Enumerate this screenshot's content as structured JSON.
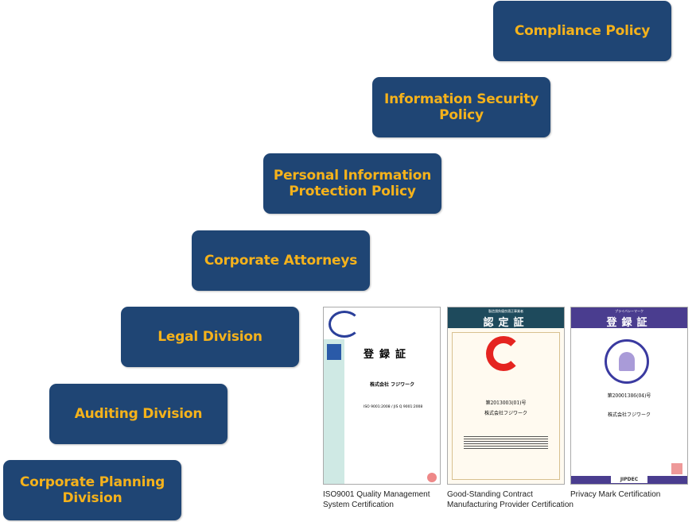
{
  "policies": [
    {
      "label": "Compliance Policy"
    },
    {
      "label": "Information Security Policy"
    },
    {
      "label": "Personal Information Protection Policy",
      "lines": [
        "Personal Information",
        "Protection Policy"
      ]
    },
    {
      "label": "Corporate Attorneys"
    },
    {
      "label": "Legal Division"
    },
    {
      "label": "Auditing Division"
    },
    {
      "label": "Corporate Planning Division",
      "lines": [
        "Corporate Planning",
        "Division"
      ]
    }
  ],
  "certifications": [
    {
      "caption_lines": [
        "ISO9001 Quality Management",
        "System Certification"
      ],
      "title": "登録証",
      "company": "株式会社 フジワーク",
      "standard": "ISO 9001:2008 / JIS Q 9001:2008"
    },
    {
      "caption_lines": [
        "Good-Standing Contract",
        "Manufacturing Provider Certification"
      ],
      "header": "製造請負優良適正事業者",
      "title": "認定証",
      "number": "第2013003(01)号",
      "company": "株式会社フジワーク"
    },
    {
      "caption_lines": [
        "Privacy Mark Certification"
      ],
      "header": "プライバシーマーク",
      "title": "登録証",
      "number": "第20001386(04)号",
      "company": "株式会社フジワーク",
      "footer": "JIPDEC"
    }
  ],
  "colors": {
    "box": "#1f4574",
    "text": "#f5b21b"
  }
}
